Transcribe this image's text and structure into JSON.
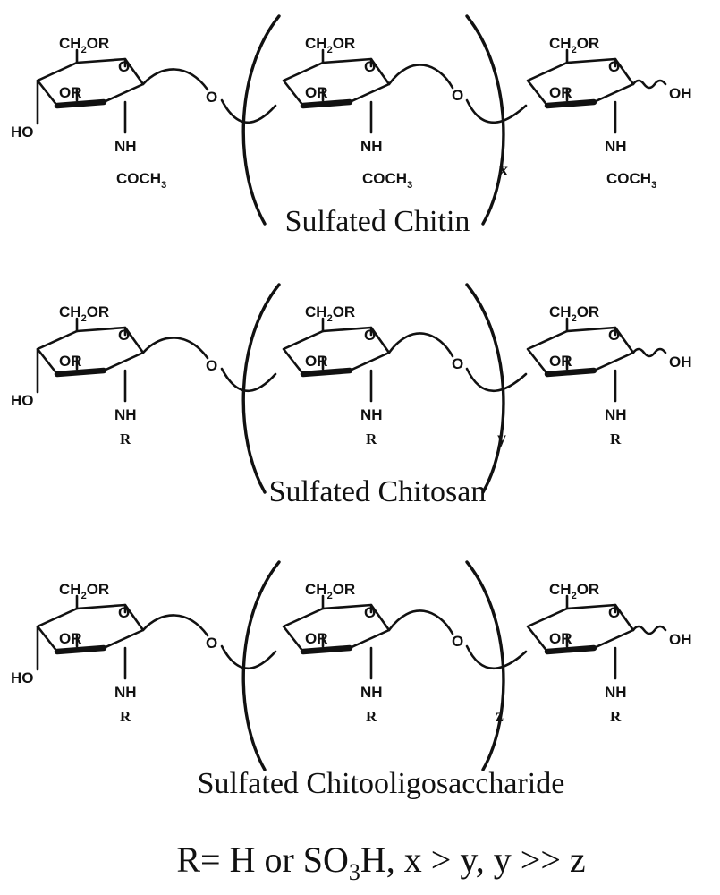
{
  "labels": {
    "ch2or": "CH",
    "sub2": "2",
    "or_suffix": "OR",
    "ring_oxygen": "O",
    "or": "OR",
    "ho": "HO",
    "oh": "OH",
    "nh": "NH",
    "coch": "COCH",
    "sub3": "3",
    "r": "R",
    "linker_oxygen": "O"
  },
  "structures": [
    {
      "caption": "Sulfated Chitin",
      "repeat_label": "x",
      "substituent": "acetyl"
    },
    {
      "caption": "Sulfated Chitosan",
      "repeat_label": "y",
      "substituent": "r"
    },
    {
      "caption": "Sulfated Chitooligosaccharide",
      "repeat_label": "z",
      "substituent": "r"
    }
  ],
  "footer": {
    "part1": "R= H or SO",
    "sub3": "3",
    "part2": "H, x > y, y >> z"
  }
}
